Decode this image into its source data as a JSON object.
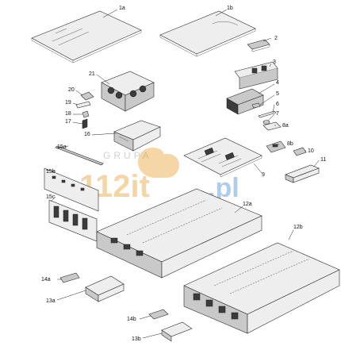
{
  "watermark": {
    "brand_top": "GRUPA",
    "brand_main": "112it",
    "brand_suffix": ".pl",
    "color_orange": "#e8a33a",
    "color_blue": "#3f82c9"
  },
  "callouts": {
    "c1a": "1a",
    "c1b": "1b",
    "c2": "2",
    "c3": "3",
    "c4": "4",
    "c5": "5",
    "c6": "6",
    "c7": "7",
    "c8a": "8a",
    "c8b": "8b",
    "c9": "9",
    "c10": "10",
    "c11": "11",
    "c12a": "12a",
    "c12b": "12b",
    "c13a": "13a",
    "c13b": "13b",
    "c14a": "14a",
    "c14b": "14b",
    "c15a": "15a",
    "c15b": "15b",
    "c15c": "15c",
    "c16": "16",
    "c17": "17",
    "c18": "18",
    "c19": "19",
    "c20": "20",
    "c21": "21"
  }
}
